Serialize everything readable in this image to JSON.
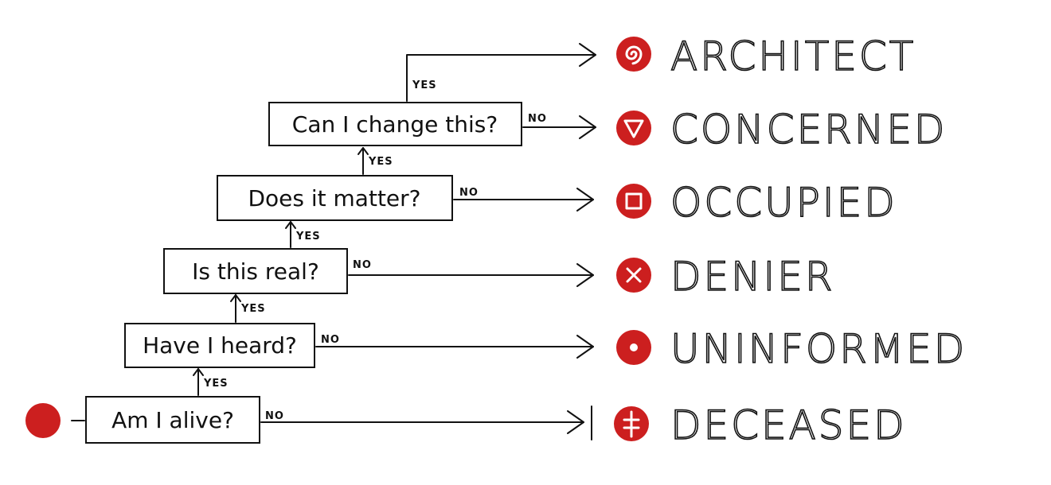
{
  "diagram": {
    "yes_label": "YES",
    "no_label": "NO",
    "accent_color": "#cc1f1f",
    "line_color": "#111111",
    "questions": [
      {
        "id": "alive",
        "text": "Am I alive?"
      },
      {
        "id": "heard",
        "text": "Have I heard?"
      },
      {
        "id": "real",
        "text": "Is this real?"
      },
      {
        "id": "matter",
        "text": "Does it matter?"
      },
      {
        "id": "change",
        "text": "Can I change this?"
      }
    ],
    "outcomes": [
      {
        "id": "deceased",
        "label": "DECEASED",
        "icon": "dagger-icon"
      },
      {
        "id": "uninformed",
        "label": "UNINFORMED",
        "icon": "dot-icon"
      },
      {
        "id": "denier",
        "label": "DENIER",
        "icon": "x-icon"
      },
      {
        "id": "occupied",
        "label": "OCCUPIED",
        "icon": "square-icon"
      },
      {
        "id": "concerned",
        "label": "CONCERNED",
        "icon": "triangle-down-icon"
      },
      {
        "id": "architect",
        "label": "ARCHITECT",
        "icon": "spiral-icon"
      }
    ]
  }
}
